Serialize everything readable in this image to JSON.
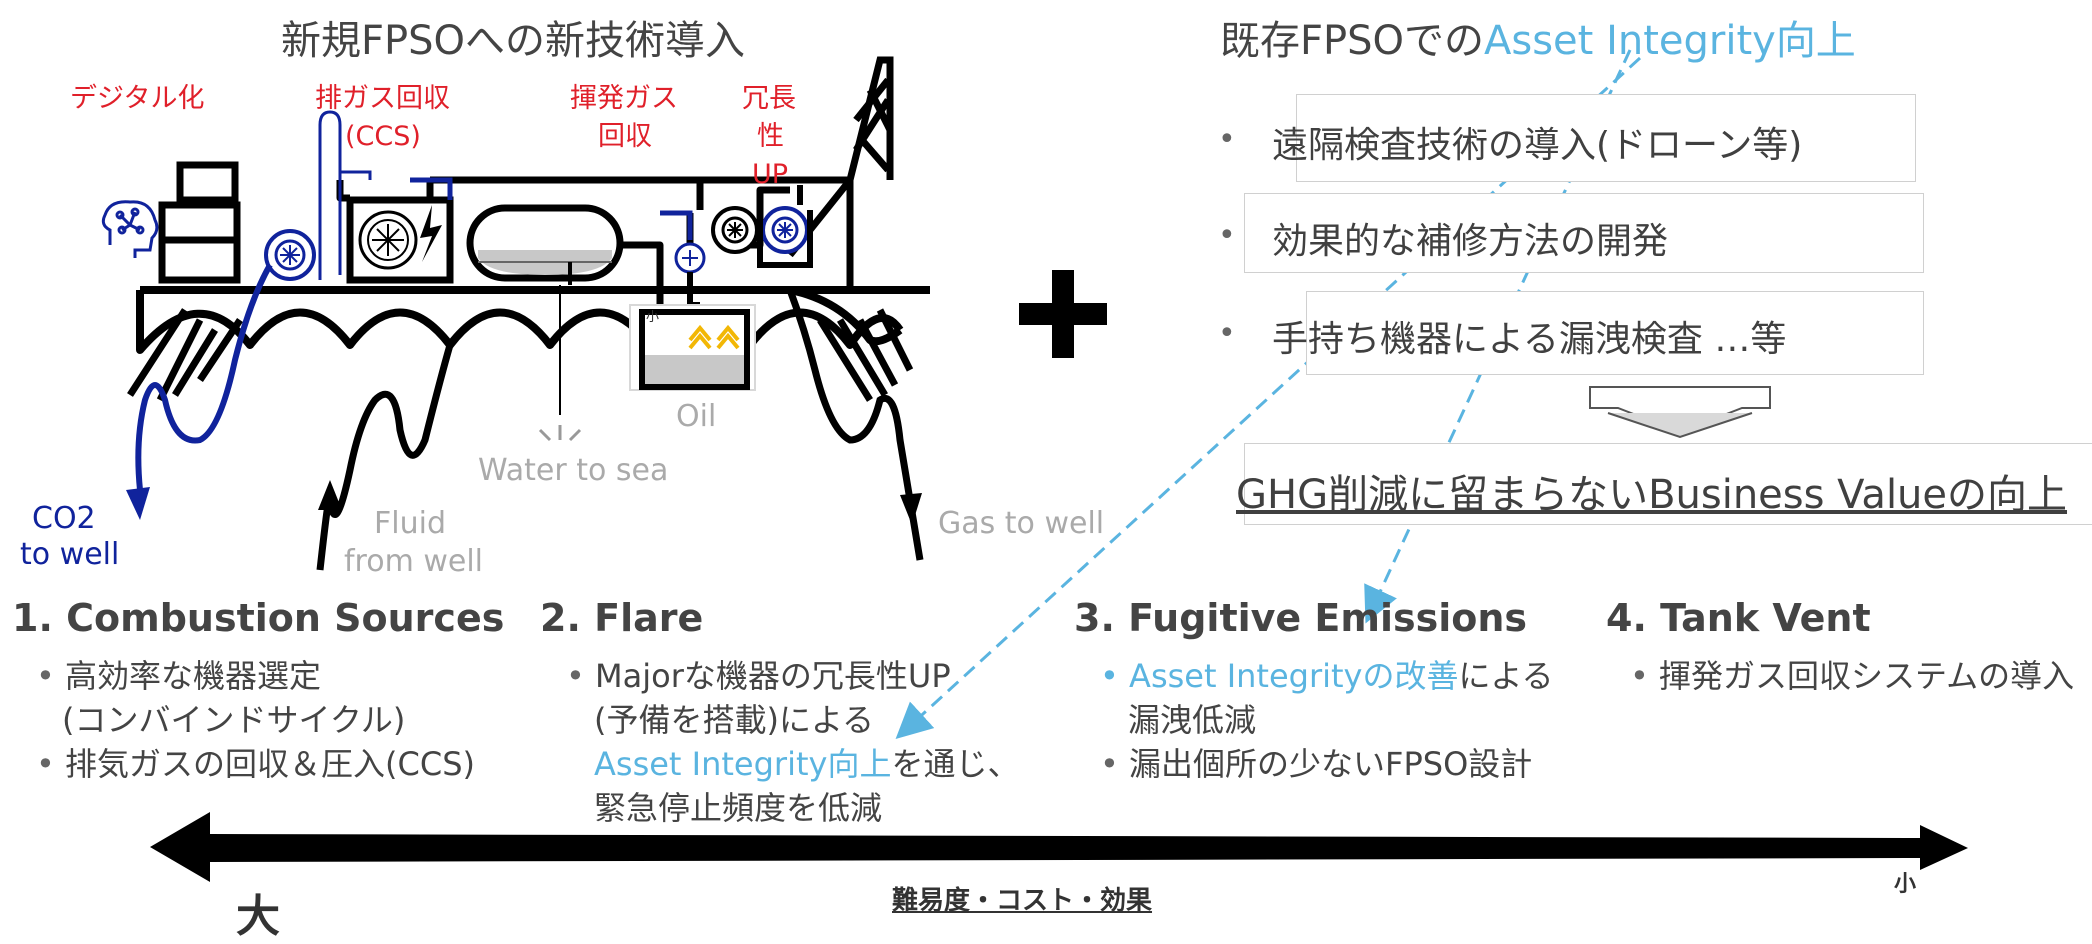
{
  "left_title": "新規FPSOへの新技術導入",
  "right_title": {
    "prefix": "既存FPSOでの",
    "highlight": "Asset Integrity向上"
  },
  "ship_labels": {
    "digital": "デジタル化",
    "exhaust_1": "排ガス回収",
    "exhaust_2": "(CCS)",
    "volatile_1": "揮発ガス",
    "volatile_2": "回収",
    "redundancy_1": "冗長",
    "redundancy_2": "性",
    "redundancy_3": "UP",
    "oil": "Oil",
    "water_to_sea": "Water to sea",
    "co2_1": "CO2",
    "co2_2": "to well",
    "fluid_1": "Fluid",
    "fluid_2": "from well",
    "gas_to_well": "Gas to well",
    "small_mark_1": "小",
    "small_mark_2": "小"
  },
  "right_items": [
    {
      "bullet": "•",
      "text": "遠隔検査技術の導入(ドローン等)"
    },
    {
      "bullet": "•",
      "text": "効果的な補修方法の開発"
    },
    {
      "bullet": "•",
      "text": "手持ち機器による漏洩検査 …等"
    }
  ],
  "value_statement": "GHG削減に留まらないBusiness Valueの向上",
  "categories": [
    {
      "title": "1. Combustion Sources",
      "items": [
        {
          "bullet": "•",
          "lines": [
            "高効率な機器選定",
            "(コンバインドサイクル)"
          ]
        },
        {
          "bullet": "•",
          "lines": [
            "排気ガスの回収＆圧入(CCS)"
          ]
        }
      ]
    },
    {
      "title": "2. Flare",
      "items": [
        {
          "bullet": "•",
          "line1": "Majorな機器の冗長性UP",
          "line2": "(予備を搭載)による",
          "line3_hl": "Asset Integrity向上",
          "line3_rest": "を通じ、",
          "line4": "緊急停止頻度を低減"
        }
      ]
    },
    {
      "title": "3. Fugitive Emissions",
      "items": [
        {
          "bullet": "•",
          "line1_hl": "Asset Integrityの改善",
          "line1_rest": "による",
          "line2": "漏洩低減"
        },
        {
          "bullet": "•",
          "line1": "漏出個所の少ないFPSO設計"
        }
      ]
    },
    {
      "title": "4. Tank Vent",
      "items": [
        {
          "bullet": "•",
          "line1": "揮発ガス回収システムの導入"
        }
      ]
    }
  ],
  "scale": {
    "left": "大",
    "right": "小",
    "center": "難易度・コスト・効果"
  },
  "colors": {
    "navy": "#10239c",
    "red": "#e0202a",
    "light_blue": "#5ab4e0",
    "gray": "#aaaaaa",
    "black": "#000000"
  },
  "icons": [
    "brain-icon",
    "fan-icon",
    "generator-icon",
    "lightning-icon",
    "plus-icon",
    "down-arrow-icon",
    "flame-icon"
  ]
}
